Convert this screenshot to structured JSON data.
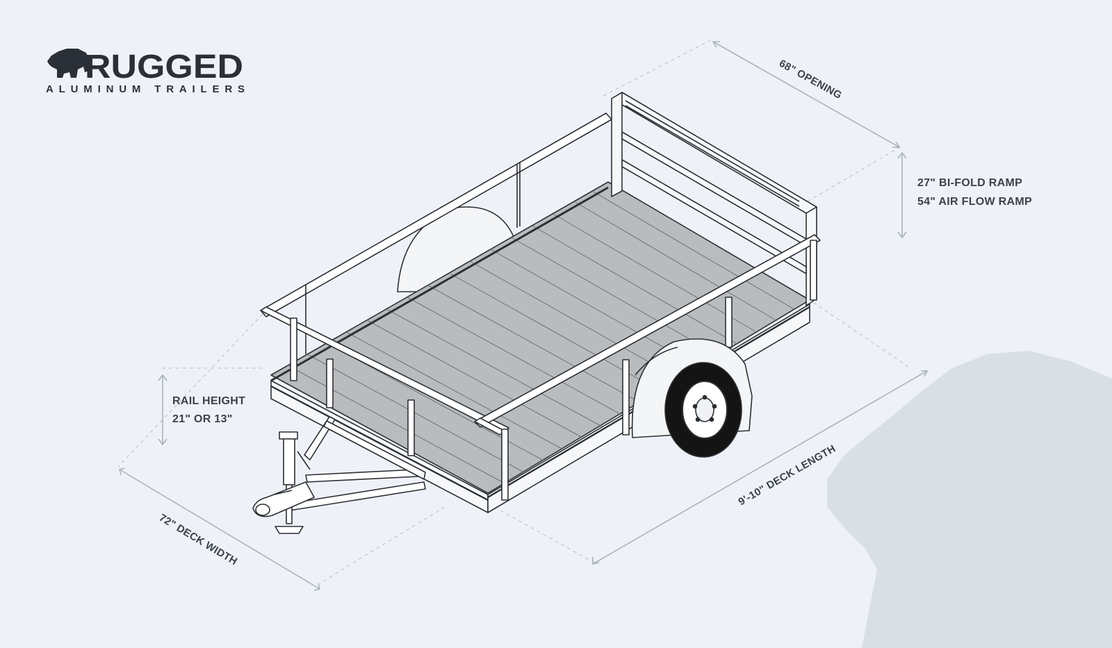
{
  "brand": {
    "wordmark": "RUGGED",
    "tagline": "ALUMINUM TRAILERS"
  },
  "dimensions": {
    "opening": "68\" OPENING",
    "ramp_line1": "27\" BI-FOLD RAMP",
    "ramp_line2": "54\" AIR FLOW RAMP",
    "rail_line1": "RAIL HEIGHT",
    "rail_line2": "21\" OR  13\"",
    "deck_length": "9'-10\" DECK LENGTH",
    "deck_width": "72\" DECK WIDTH"
  },
  "colors": {
    "background": "#eef2f8",
    "deck": "#b9bcbf",
    "frame": "#ffffff",
    "outline": "#2b2f33",
    "dimension_line": "#a9b4b6",
    "label": "#3b4249",
    "watermark": "#d3dde3",
    "tire": "#141414"
  },
  "icons": {
    "logo": "bear-logo-icon",
    "watermark": "bear-watermark-icon"
  }
}
